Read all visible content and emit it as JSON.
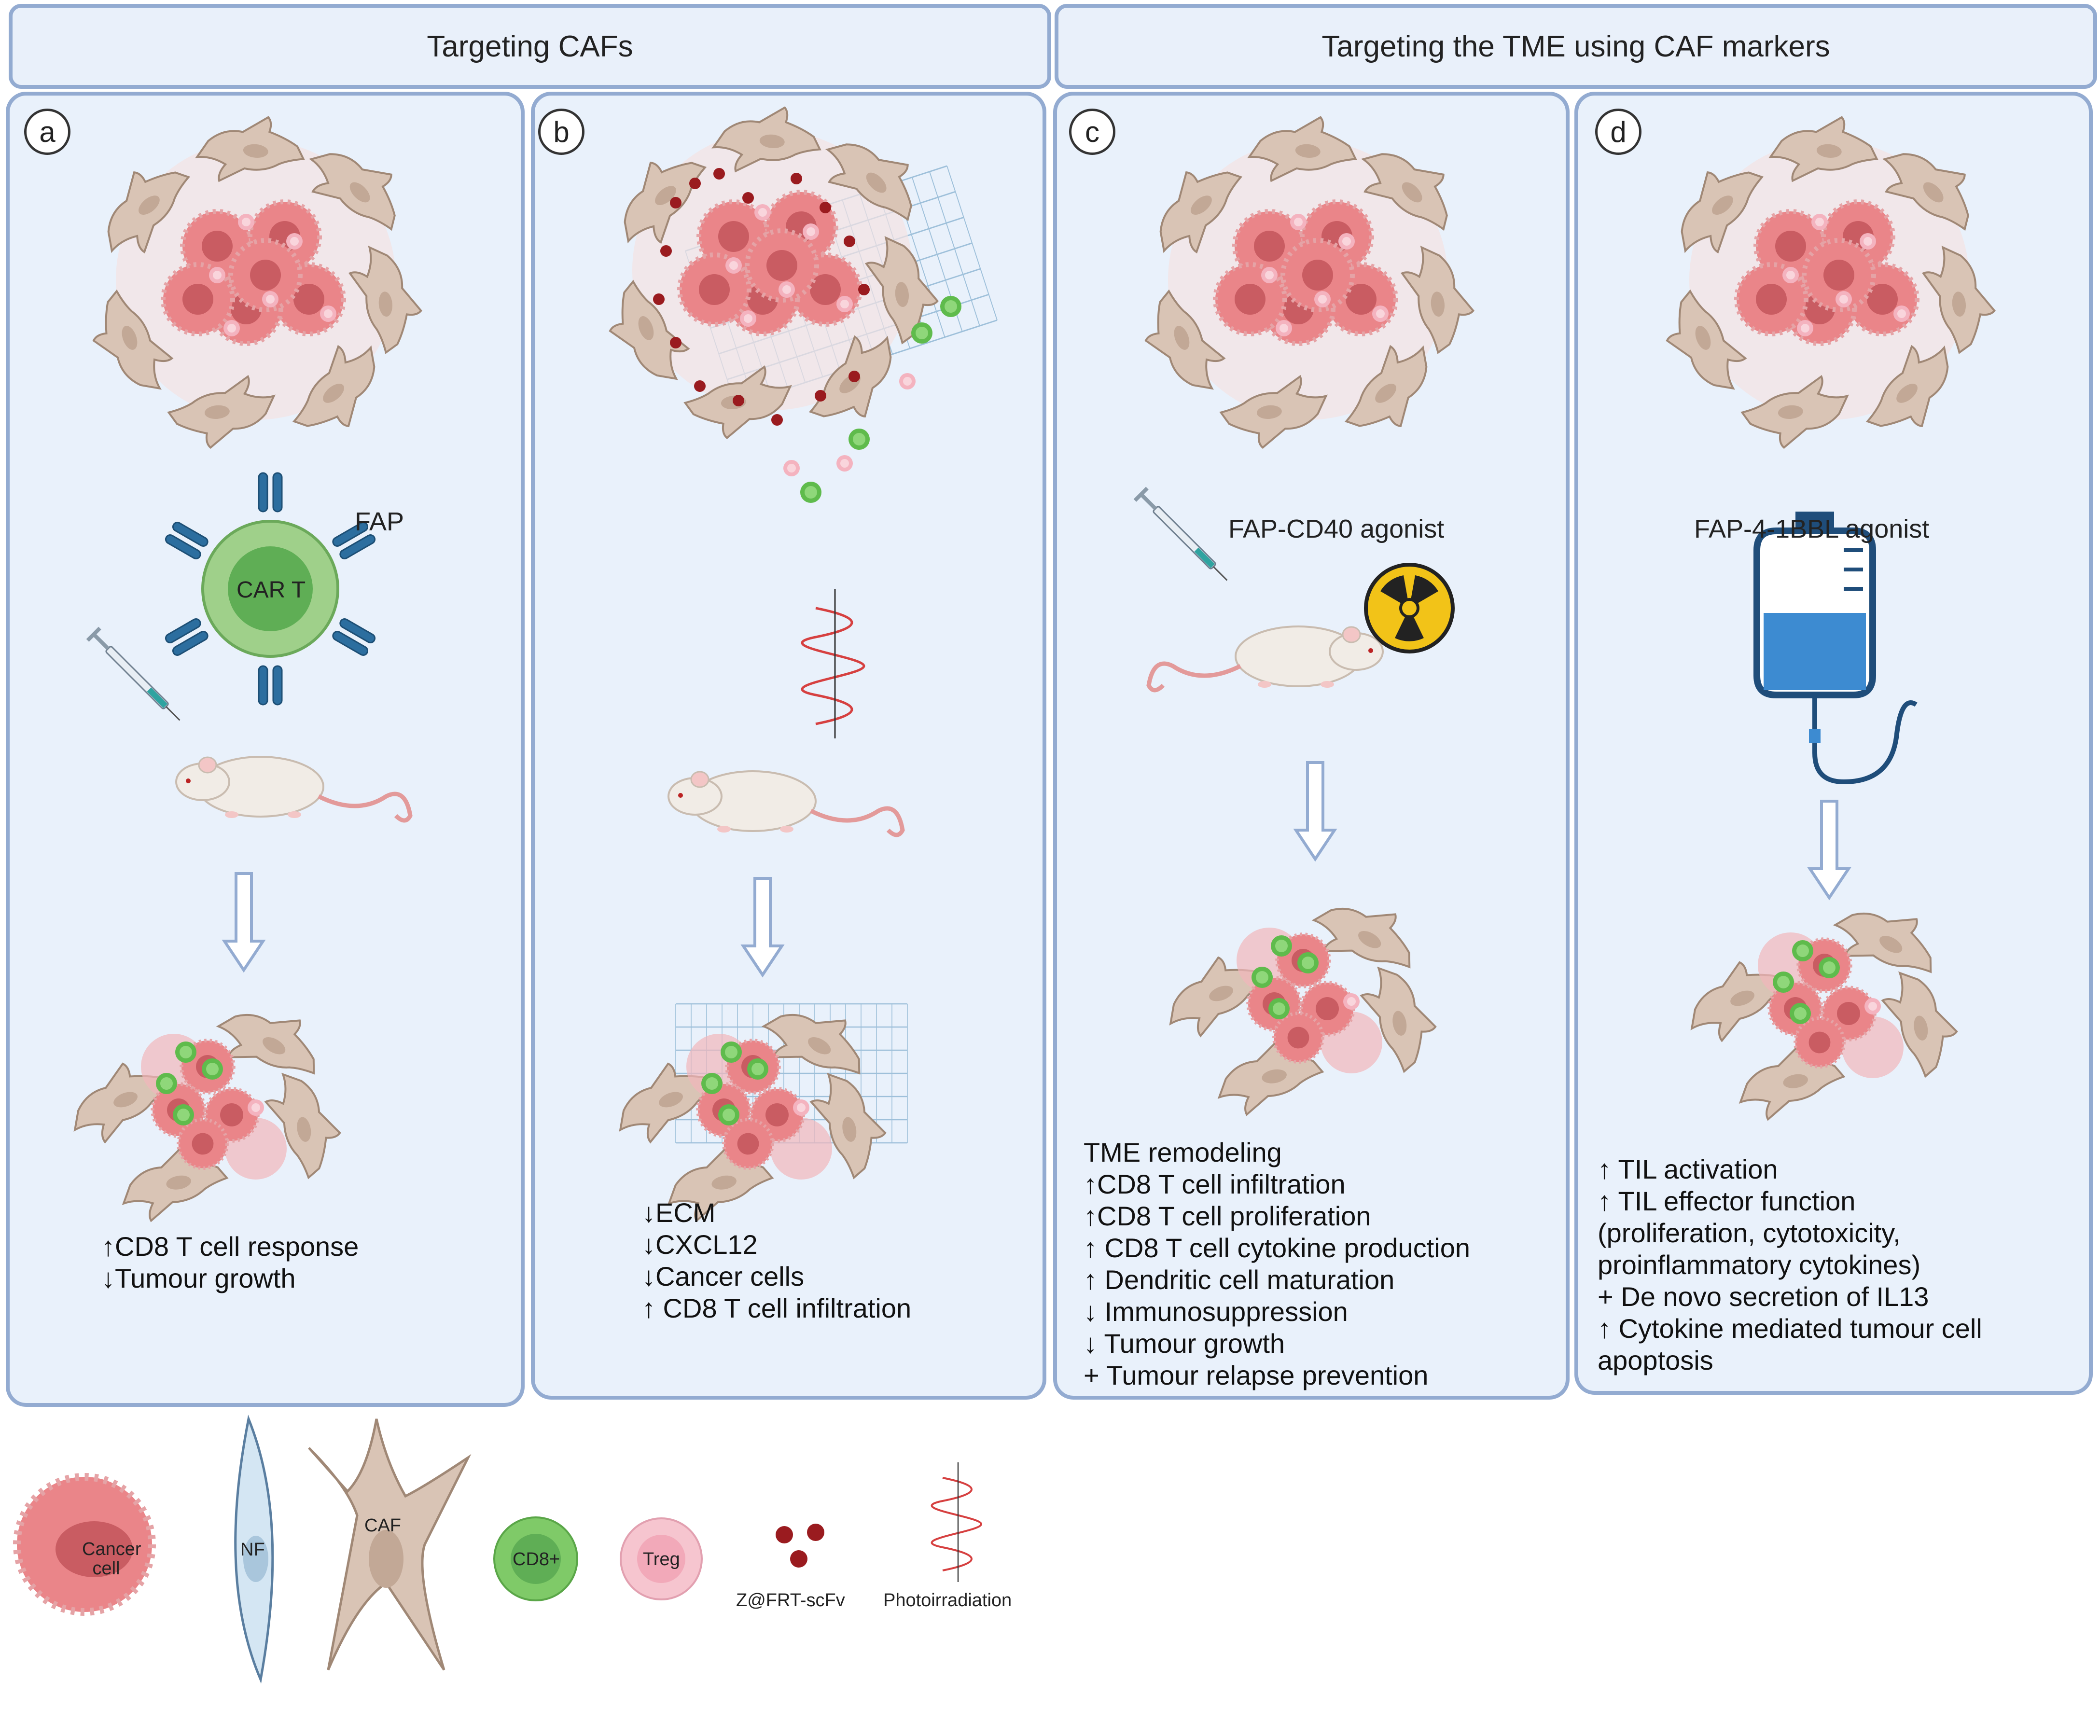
{
  "headers": {
    "left": "Targeting CAFs",
    "right": "Targeting the TME using CAF markers"
  },
  "panels": {
    "a": {
      "badge": "a",
      "fap_label": "FAP",
      "cart_label": "CAR T",
      "results": [
        "↑CD8 T cell response",
        "↓Tumour growth"
      ]
    },
    "b": {
      "badge": "b",
      "results": [
        "↓ECM",
        "↓CXCL12",
        "↓Cancer cells",
        "↑ CD8 T cell infiltration"
      ]
    },
    "c": {
      "badge": "c",
      "agent": "FAP-CD40 agonist",
      "results": [
        "TME remodeling",
        "↑CD8 T cell infiltration",
        "↑CD8 T cell proliferation",
        "↑ CD8 T cell cytokine production",
        "↑  Dendritic cell maturation",
        "↓  Immunosuppression",
        "↓  Tumour growth",
        "+  Tumour relapse prevention"
      ]
    },
    "d": {
      "badge": "d",
      "agent": "FAP-4-1BBL  agonist",
      "results": [
        "↑  TIL activation",
        "↑  TIL effector function",
        "(proliferation, cytotoxicity,",
        "proinflammatory cytokines)",
        "+ De novo secretion of IL13",
        "↑  Cytokine mediated tumour cell",
        "apoptosis"
      ]
    }
  },
  "legend": {
    "cancer_cell": "Cancer cell",
    "nf": "NF",
    "caf": "CAF",
    "cd8": "CD8+",
    "treg": "Treg",
    "particles": "Z@FRT-scFv",
    "photo": "Photoirradiation"
  },
  "colors": {
    "panel_bg": "#e9f1fb",
    "panel_border": "#93abd1",
    "cancer": "#e8787c",
    "caf": "#d8c3b4",
    "cd8": "#6fc15a",
    "treg": "#f6b7c3",
    "antibody": "#2c6e9f",
    "arrow": "#93abd1"
  }
}
